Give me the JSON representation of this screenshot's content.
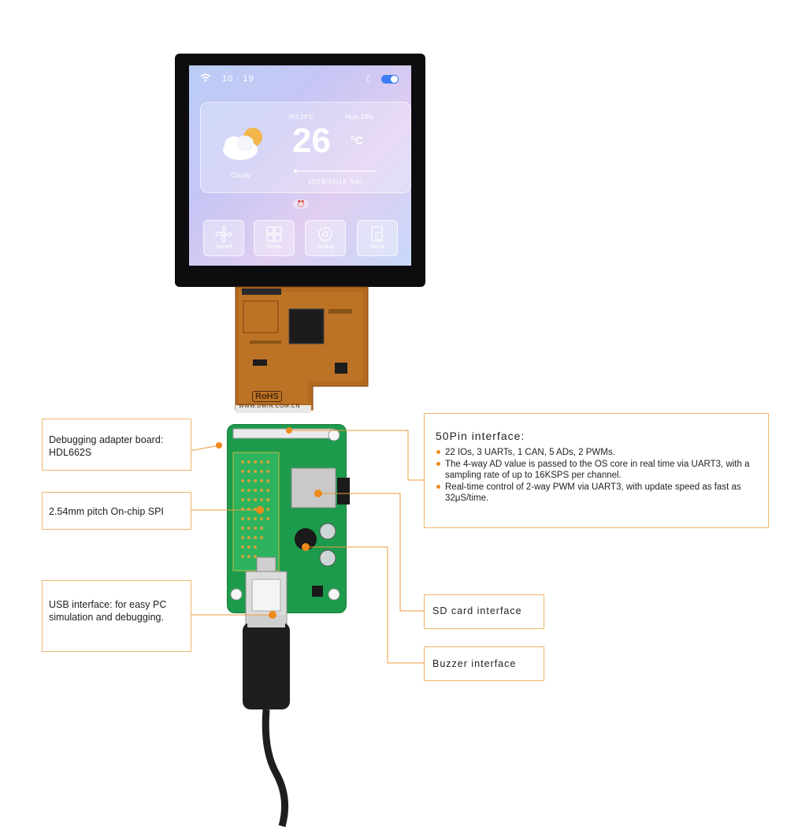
{
  "screen": {
    "time": "10 : 19",
    "rh": "RH 24°C",
    "humidity": "Hum 24%",
    "temperature": "26",
    "temp_unit": "°C",
    "condition": "Cloudy",
    "date": "2023/10/16 Sat.",
    "buttons": [
      {
        "label": "Speed",
        "icon": "fan-icon"
      },
      {
        "label": "Mode",
        "icon": "grid-icon"
      },
      {
        "label": "Setting",
        "icon": "gear-icon"
      },
      {
        "label": "About",
        "icon": "door-icon"
      }
    ]
  },
  "fpc": {
    "marking1": "RoHS",
    "marking2": "WWW.DWIN.COM.CN"
  },
  "callouts": {
    "debug_board": "Debugging adapter board: HDL662S",
    "spi": "2.54mm pitch On-chip SPI",
    "usb": "USB interface: for easy PC simulation and debugging.",
    "sd": "SD card interface",
    "buzzer": "Buzzer interface",
    "pin50": {
      "title": "50Pin interface:",
      "bullets": [
        "22 IOs, 3 UARTs, 1 CAN, 5 ADs, 2 PWMs.",
        "The 4-way AD value is passed to the OS core in real time via UART3, with a sampling rate of up to 16KSPS per channel.",
        "Real-time control of 2-way PWM via UART3, with update speed as fast as 32μS/time."
      ]
    }
  },
  "colors": {
    "callout_border": "#f0b56b",
    "leader_line": "#ef9a3c",
    "dot": "#ef8a1c",
    "pcb": "#1d9b4c"
  }
}
